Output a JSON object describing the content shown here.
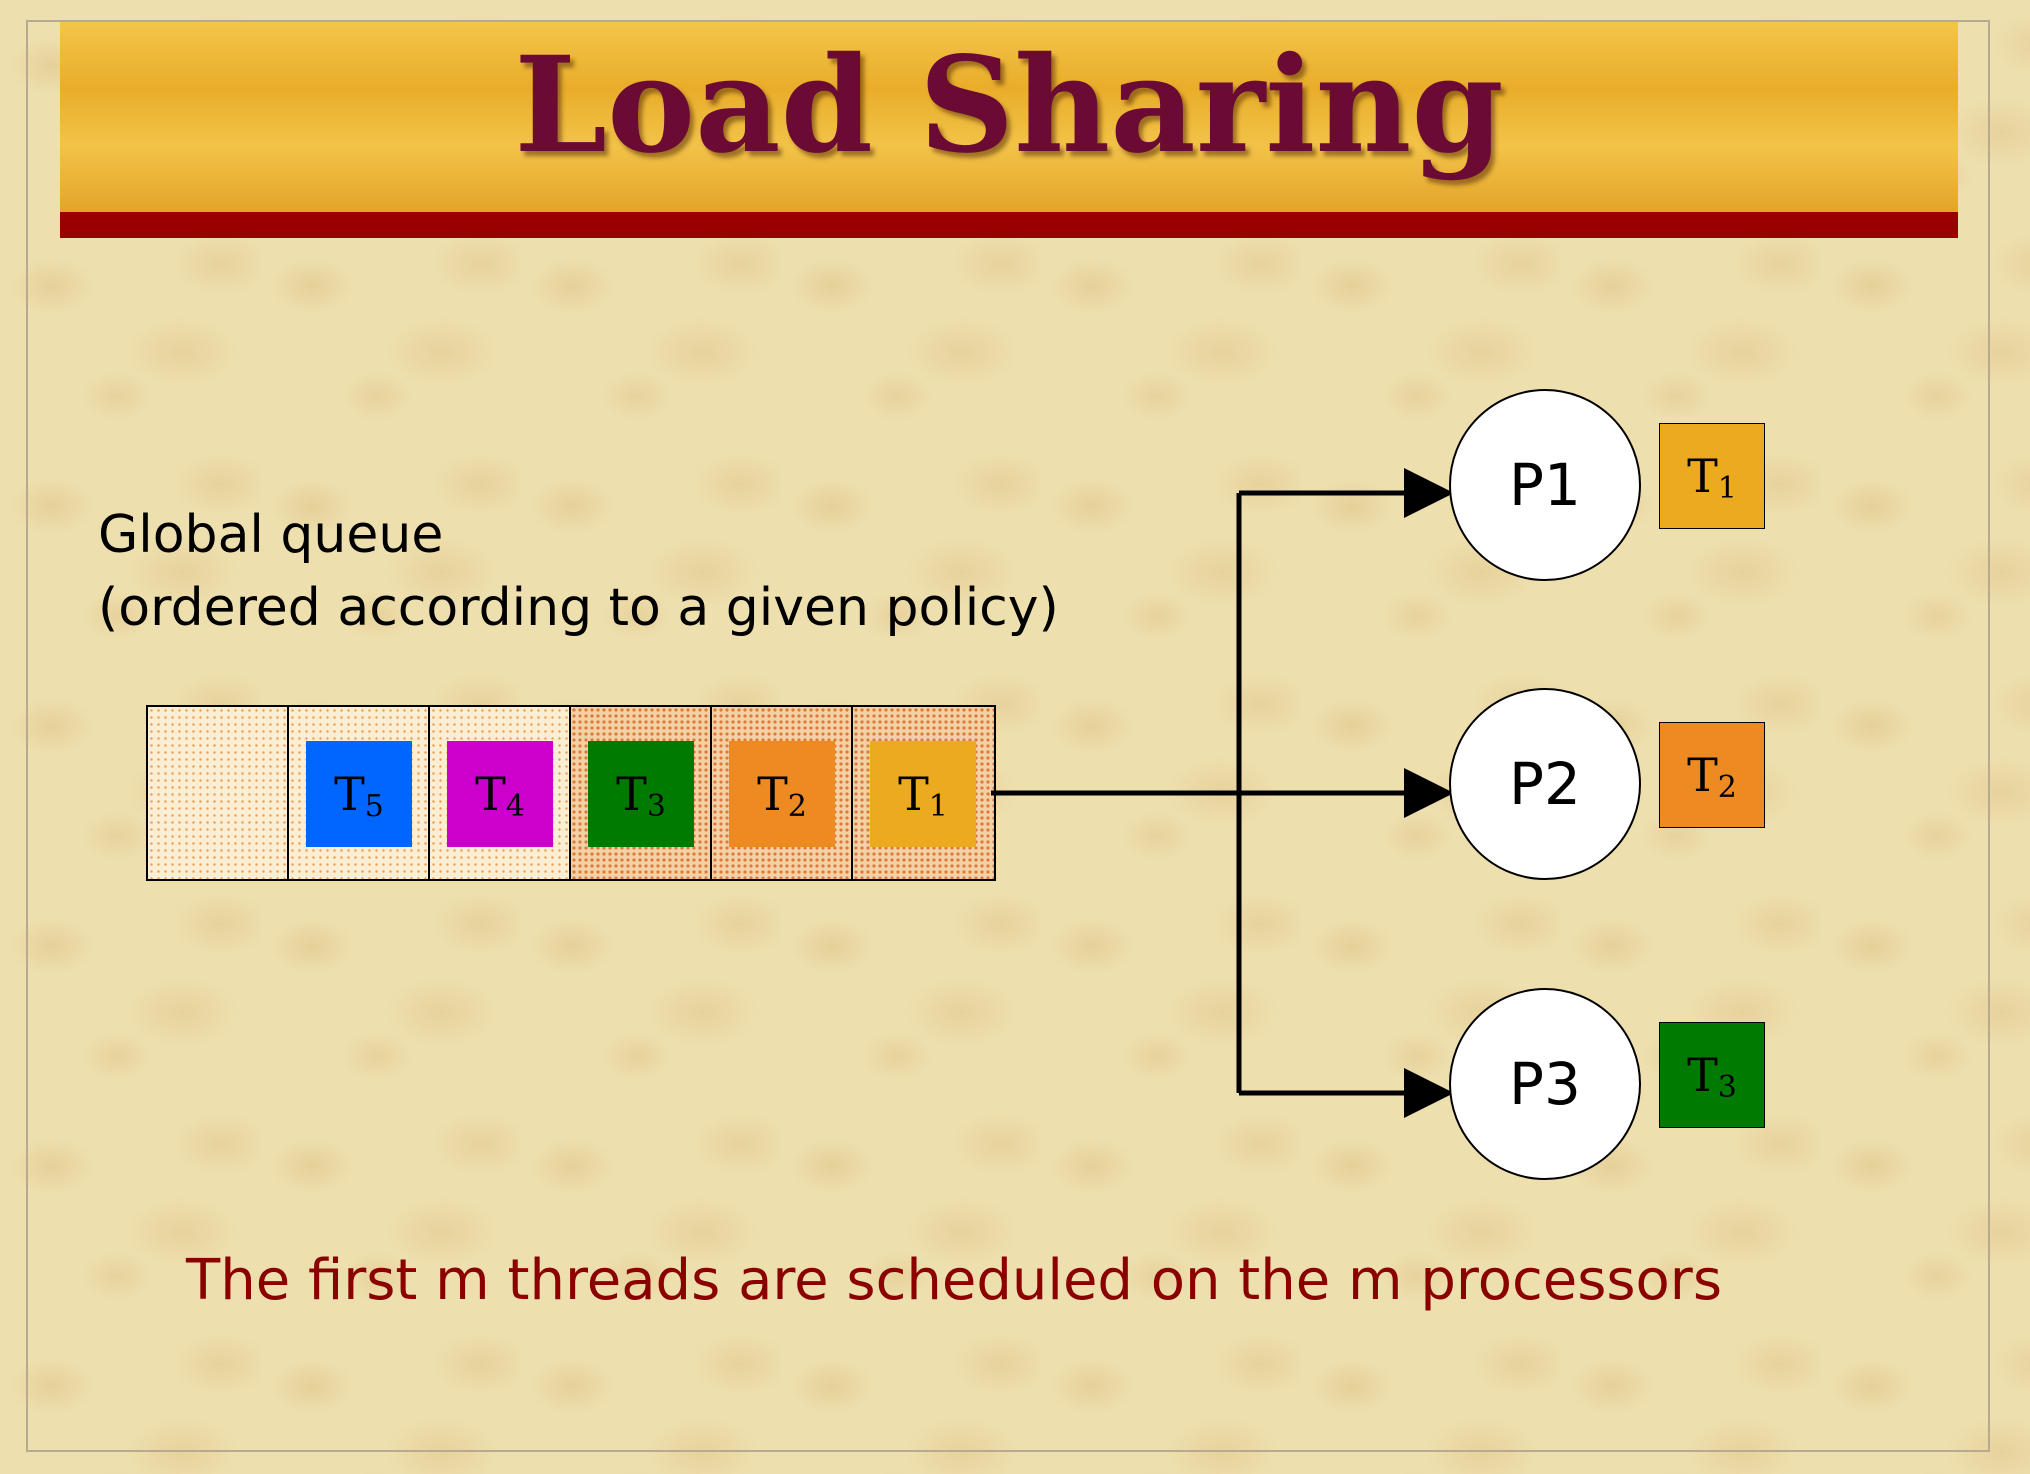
{
  "slide": {
    "title": "Load Sharing",
    "queue_label_line1": "Global queue",
    "queue_label_line2": "(ordered according to a given policy)",
    "caption": "The first m threads are scheduled on the m processors"
  },
  "queue": {
    "slots": [
      {
        "label": "",
        "sub": "",
        "color": ""
      },
      {
        "label": "T",
        "sub": "5",
        "color": "#0066ff"
      },
      {
        "label": "T",
        "sub": "4",
        "color": "#cc00cc"
      },
      {
        "label": "T",
        "sub": "3",
        "color": "#007a00"
      },
      {
        "label": "T",
        "sub": "2",
        "color": "#ee8a22"
      },
      {
        "label": "T",
        "sub": "1",
        "color": "#ebaa1f"
      }
    ]
  },
  "processors": [
    {
      "label": "P1",
      "task": "T",
      "task_sub": "1",
      "task_color": "#ebaa1f"
    },
    {
      "label": "P2",
      "task": "T",
      "task_sub": "2",
      "task_color": "#ee8a22"
    },
    {
      "label": "P3",
      "task": "T",
      "task_sub": "3",
      "task_color": "#007a00"
    }
  ],
  "colors": {
    "title": "#6b0a33",
    "header_bar": "#990000",
    "caption": "#8b0000"
  }
}
